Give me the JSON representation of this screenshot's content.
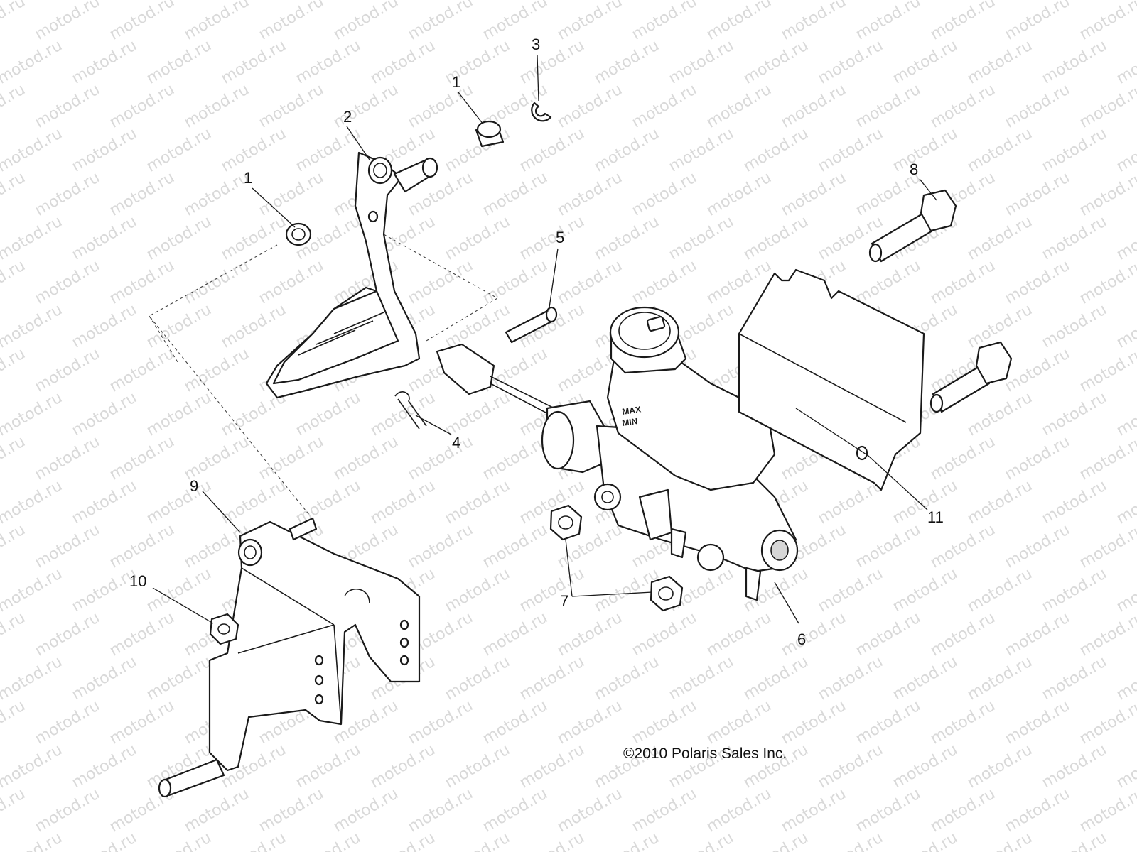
{
  "watermark": "motod.ru",
  "copyright": "©2010 Polaris Sales Inc.",
  "callouts": [
    {
      "id": "callout-1-left",
      "text": "1"
    },
    {
      "id": "callout-1-top",
      "text": "1"
    },
    {
      "id": "callout-2",
      "text": "2"
    },
    {
      "id": "callout-3",
      "text": "3"
    },
    {
      "id": "callout-4",
      "text": "4"
    },
    {
      "id": "callout-5",
      "text": "5"
    },
    {
      "id": "callout-6",
      "text": "6"
    },
    {
      "id": "callout-7",
      "text": "7"
    },
    {
      "id": "callout-8",
      "text": "8"
    },
    {
      "id": "callout-9",
      "text": "9"
    },
    {
      "id": "callout-10",
      "text": "10"
    },
    {
      "id": "callout-11",
      "text": "11"
    }
  ],
  "reservoir_label_max": "MAX",
  "reservoir_label_min": "MIN"
}
